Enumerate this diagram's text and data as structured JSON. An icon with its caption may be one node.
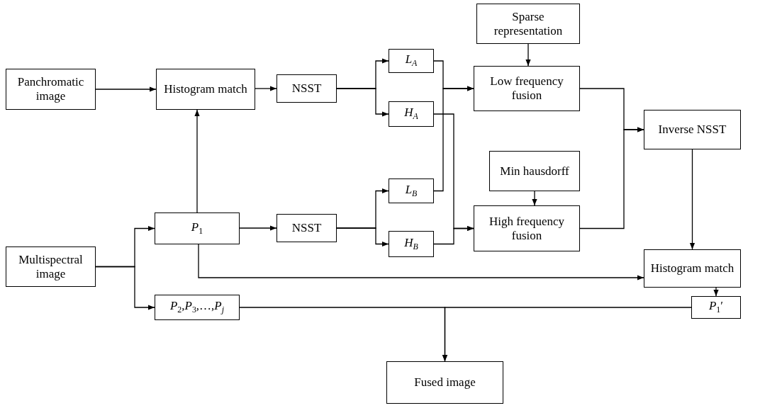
{
  "diagram": {
    "nodes": [
      {
        "text": [
          "Panchromatic image"
        ]
      },
      {
        "text": [
          "Histogram match"
        ]
      },
      {
        "text": [
          "NSST"
        ]
      },
      {
        "text": [
          "*L*$_{A}$"
        ]
      },
      {
        "text": [
          "*H*$_{A}$"
        ]
      },
      {
        "text": [
          "Sparse representation"
        ]
      },
      {
        "text": [
          "Low frequency fusion"
        ]
      },
      {
        "text": [
          "Min hausdorff"
        ]
      },
      {
        "text": [
          "High frequency fusion"
        ]
      },
      {
        "text": [
          "Inverse NSST"
        ]
      },
      {
        "text": [
          "Multispectral image"
        ]
      },
      {
        "text": [
          "*P*$_{1}$"
        ]
      },
      {
        "text": [
          "NSST"
        ]
      },
      {
        "text": [
          "*L*$_{B}$"
        ]
      },
      {
        "text": [
          "*H*$_{B}$"
        ]
      },
      {
        "text": [
          "Histogram match"
        ]
      },
      {
        "text": [
          "*P*$_{2}$,*P*$_{3}$,…,*P*$_{j}$"
        ]
      },
      {
        "text": [
          "*P*$_{1}$′"
        ]
      },
      {
        "text": [
          "Fused image"
        ]
      }
    ],
    "edges": [
      {
        "from": 0,
        "to": 1,
        "arrow": "to"
      },
      {
        "from": 11,
        "to": 1,
        "arrow": "to"
      },
      {
        "from": 1,
        "to": 2,
        "arrow": "to"
      },
      {
        "from": 2,
        "to": 3,
        "arrow": "to"
      },
      {
        "from": 2,
        "to": 4,
        "arrow": "to"
      },
      {
        "from": 12,
        "to": 13,
        "arrow": "to"
      },
      {
        "from": 12,
        "to": 14,
        "arrow": "to"
      },
      {
        "from": 10,
        "to": 11,
        "arrow": "to"
      },
      {
        "from": 10,
        "to": 16,
        "arrow": "to"
      },
      {
        "from": 11,
        "to": 12,
        "arrow": "to"
      },
      {
        "from": 3,
        "to": 6,
        "arrow": "to"
      },
      {
        "from": 13,
        "to": 6,
        "arrow": "to"
      },
      {
        "from": 4,
        "to": 8,
        "arrow": "to"
      },
      {
        "from": 14,
        "to": 8,
        "arrow": "to"
      },
      {
        "from": 5,
        "to": 6,
        "arrow": "to"
      },
      {
        "from": 7,
        "to": 8,
        "arrow": "to"
      },
      {
        "from": 6,
        "to": 9,
        "arrow": "to"
      },
      {
        "from": 8,
        "to": 9,
        "arrow": "to"
      },
      {
        "from": 9,
        "to": 15,
        "arrow": "to"
      },
      {
        "from": 11,
        "to": 15,
        "arrow": "to"
      },
      {
        "from": 15,
        "to": 17,
        "arrow": "to"
      },
      {
        "from": 16,
        "to": 18,
        "arrow": "to"
      },
      {
        "from": 17,
        "to": 18,
        "arrow": "to"
      }
    ]
  }
}
